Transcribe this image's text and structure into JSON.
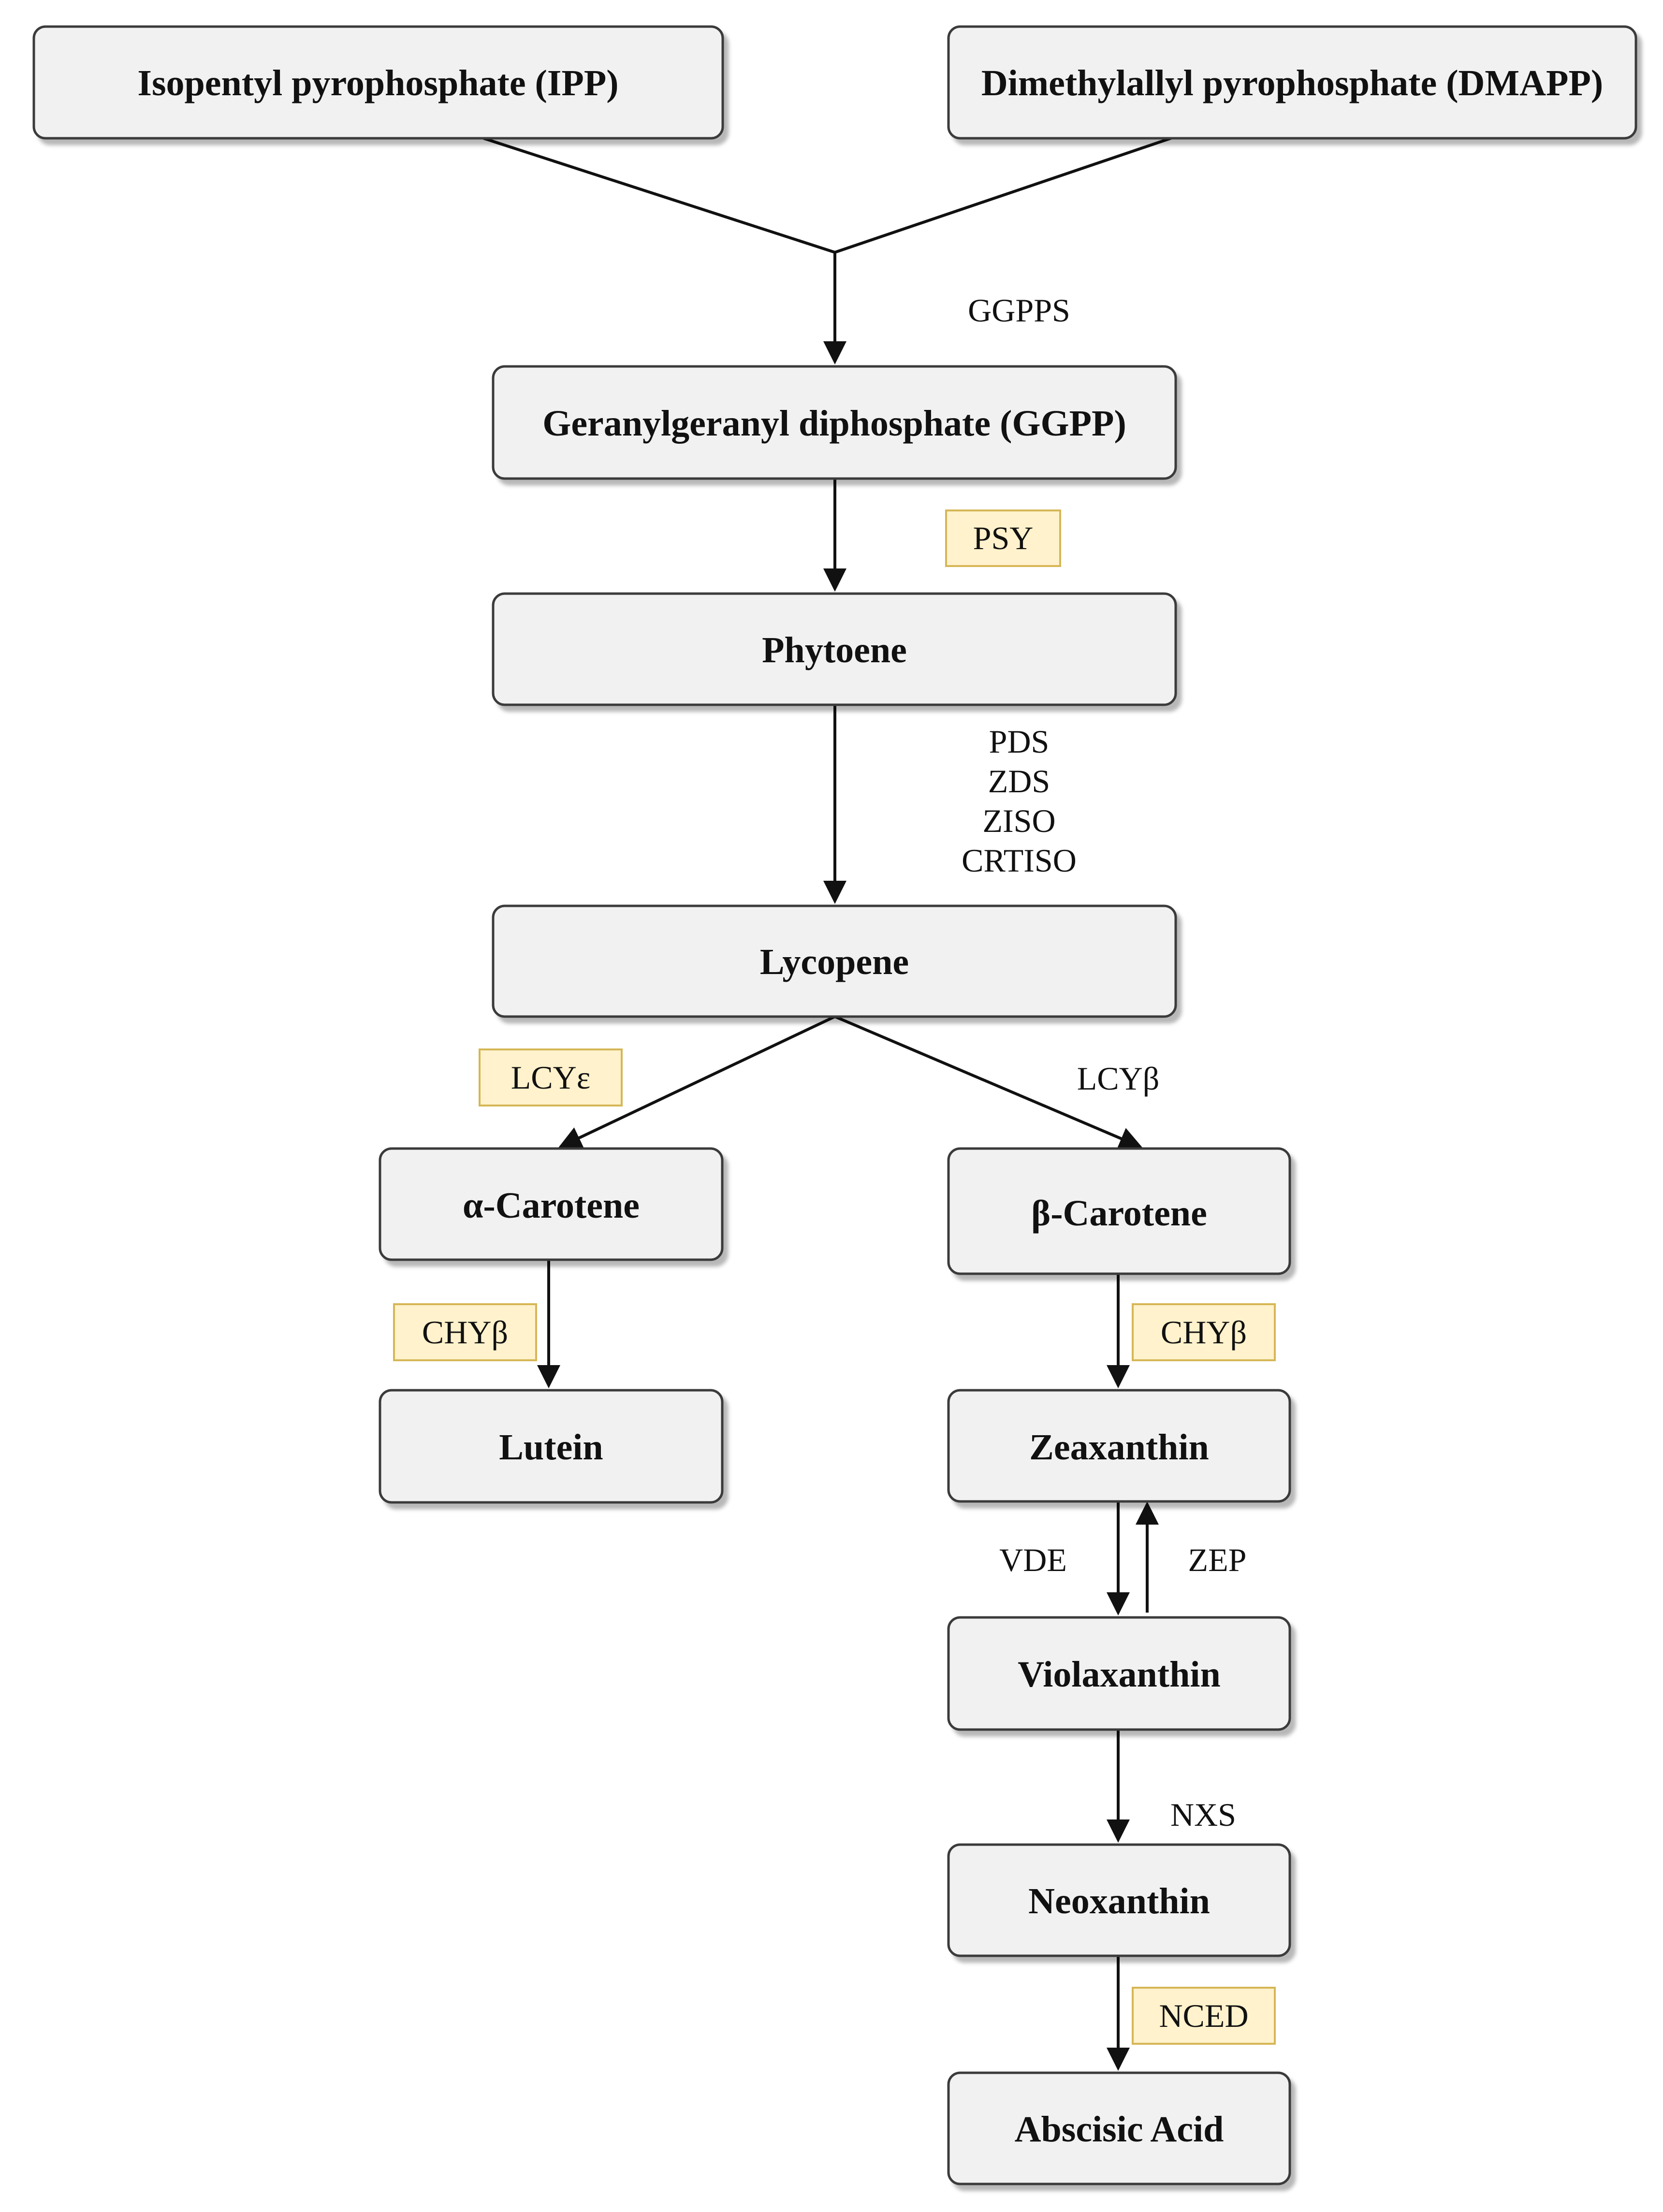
{
  "nodes": {
    "ipp": "Isopentyl pyrophosphate (IPP)",
    "dmapp": "Dimethylallyl pyrophosphate (DMAPP)",
    "ggpp": "Geranylgeranyl diphosphate (GGPP)",
    "phytoene": "Phytoene",
    "lycopene": "Lycopene",
    "alpha_carotene": "α-Carotene",
    "beta_carotene": "β-Carotene",
    "lutein": "Lutein",
    "zeaxanthin": "Zeaxanthin",
    "violaxanthin": "Violaxanthin",
    "neoxanthin": "Neoxanthin",
    "abscisic_acid": "Abscisic Acid"
  },
  "enzymes": {
    "ggpps": "GGPPS",
    "psy": "PSY",
    "pds": "PDS",
    "zds": "ZDS",
    "ziso": "ZISO",
    "crtiso": "CRTISO",
    "lcy_epsilon": "LCYε",
    "lcy_beta": "LCYβ",
    "chy_beta_left": "CHYβ",
    "chy_beta_right": "CHYβ",
    "vde": "VDE",
    "zep": "ZEP",
    "nxs": "NXS",
    "nced": "NCED"
  },
  "colors": {
    "node_fill": "#f1f1f1",
    "node_stroke": "#3a3a3a",
    "highlight_fill": "#fff2cc",
    "highlight_stroke": "#d6b656",
    "arrow": "#111111"
  }
}
